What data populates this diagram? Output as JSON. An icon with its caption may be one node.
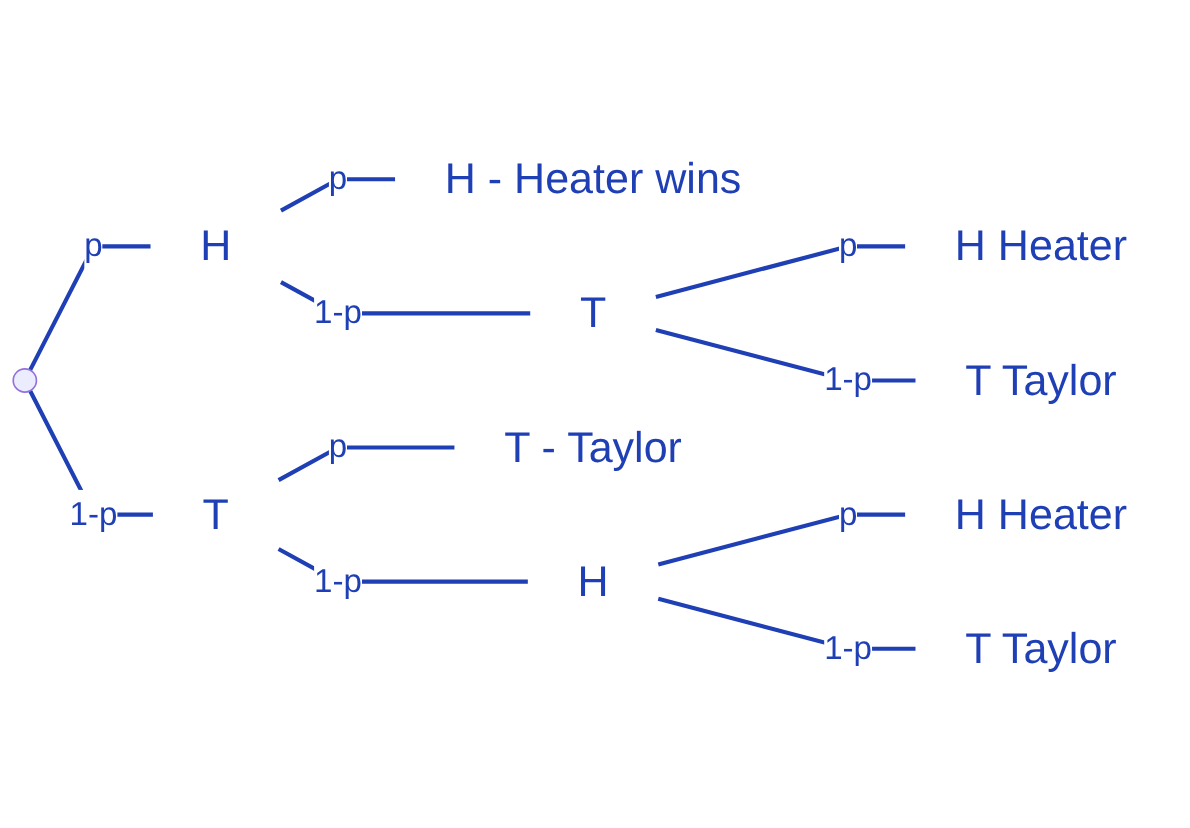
{
  "diagram": {
    "nodes": [
      {
        "text": [],
        "shape": "point"
      },
      {
        "text": [
          "H"
        ]
      },
      {
        "text": [
          "T"
        ]
      },
      {
        "text": [
          "H"
        ],
        "beside": [
          "- Heater wins"
        ]
      },
      {
        "text": [
          "T"
        ]
      },
      {
        "text": [
          "H"
        ],
        "beside": [
          "Heater"
        ]
      },
      {
        "text": [
          "T"
        ],
        "beside": [
          "Taylor"
        ]
      },
      {
        "text": [
          "T"
        ],
        "beside": [
          "- Taylor"
        ]
      },
      {
        "text": [
          "H"
        ]
      },
      {
        "text": [
          "H"
        ],
        "beside": [
          "Heater"
        ]
      },
      {
        "text": [
          "T"
        ],
        "beside": [
          "Taylor"
        ]
      }
    ],
    "edges": [
      {
        "from": 0,
        "to": 1,
        "arrow": "none",
        "label": "p"
      },
      {
        "from": 0,
        "to": 2,
        "arrow": "none",
        "label": "1-p"
      },
      {
        "from": 1,
        "to": 3,
        "arrow": "none",
        "label": "p"
      },
      {
        "from": 1,
        "to": 4,
        "arrow": "none",
        "label": "1-p"
      },
      {
        "from": 4,
        "to": 5,
        "arrow": "none",
        "label": "p"
      },
      {
        "from": 4,
        "to": 6,
        "arrow": "none",
        "label": "1-p"
      },
      {
        "from": 2,
        "to": 7,
        "arrow": "none",
        "label": "p"
      },
      {
        "from": 2,
        "to": 8,
        "arrow": "none",
        "label": "1-p"
      },
      {
        "from": 8,
        "to": 9,
        "arrow": "none",
        "label": "p"
      },
      {
        "from": 8,
        "to": 10,
        "arrow": "none",
        "label": "1-p"
      }
    ]
  }
}
